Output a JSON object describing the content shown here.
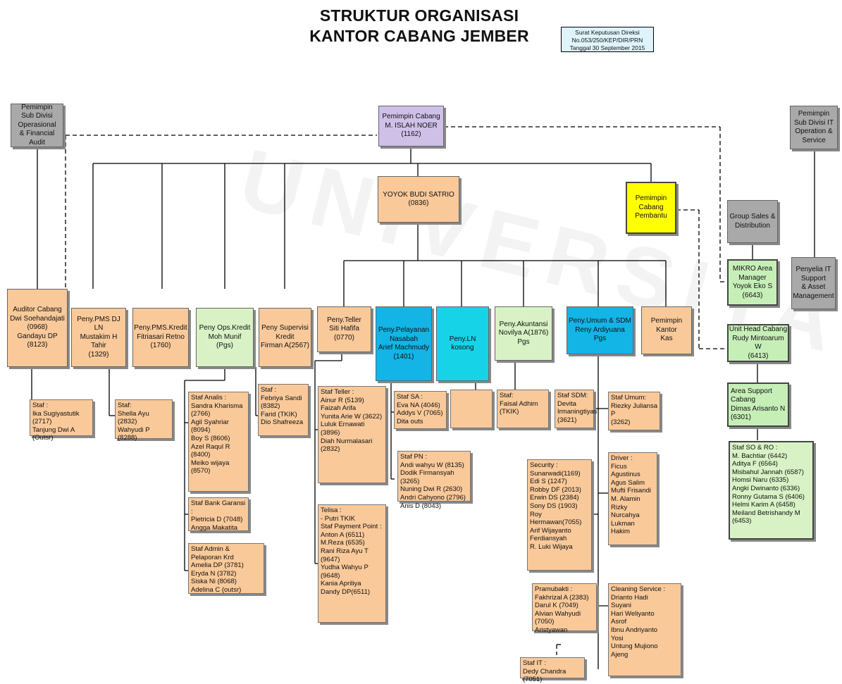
{
  "title": {
    "line1": "STRUKTUR ORGANISASI",
    "line2": "KANTOR CABANG JEMBER"
  },
  "decree": "Surat Keputusan Direksi\nNo.053/250/KEP/DIR/PRN\nTanggal 30 September 2015",
  "watermark": "UNIVERSITAS",
  "boxes": {
    "sub_div_ops": "Pemimpin\nSub Divisi\nOperasional\n& Financial Audit",
    "pemimpin_cabang": "Pemimpin Cabang\nM. ISLAH NOER\n(1162)",
    "sub_div_it": "Pemimpin\nSub Divisi IT\nOperation &\nService",
    "yoyok": "YOYOK BUDI SATRIO\n(0836)",
    "cabang_pembantu": "Pemimpin\nCabang\nPembantu",
    "group_sales": "Group Sales &\nDistribution",
    "mikro": "MIKRO Area\nManager\nYoyok Eko S\n(6643)",
    "penyelia_it": "Penyelia IT\nSupport\n& Asset\nManagement",
    "auditor": "Auditor Cabang\nDwi Soehandajati\n(0968)\nGandayu DP (8123)",
    "pms_djln": "Peny.PMS DJ LN\nMustakim H Tahir\n(1329)",
    "pms_kredit": "Peny.PMS.Kredit\nFitriasari Retno\n(1760)",
    "ops_kredit": "Peny Ops.Kredit\nMoh Munif\n(Pgs)",
    "supervisi": "Peny Supervisi\nKredit\nFirman A(2567)",
    "teller": "Peny.Teller\nSiti Hafifa\n(0770)",
    "pelayanan": "Peny.Pelayanan\nNasabah\nArief Machmudy\n(1401)",
    "ln": "Peny.LN\nkosong",
    "akuntansi": "Peny.Akuntansi\nNovilya A(1876)\nPgs",
    "umum_sdm": "Peny.Umum & SDM\nReny Ardiyuana\nPgs",
    "kantor_kas": "Pemimpin Kantor\nKas",
    "unit_head": "Unit Head Cabang\nRudy Mintoarum W\n(6413)",
    "area_support": "Area Support Cabang\nDimas Arisanto N\n(6301)"
  },
  "staff": {
    "auditor": "Staf :\nIka Sugiyastutik\n(2717)\nTanjung Dwi A (Outsr)",
    "pms_kredit": "Staf:\nShella Ayu (2832)\nWahyudi P (8288)",
    "analis": "Staf Analis :\nSandra Kharisma\n(2766)\nAgil Syahriar (8094)\nBoy S (8606)\nAzel Raqul R (8400)\nMeiko wijaya (8570)",
    "bank_garansi": "Staf Bank Garansi :\nPietricia D (7048)\nAngga Makatita",
    "admin": "Staf Admin & Pelaporan Krd\nAmelia DP (3781)\nEryda N (3782)\nSiska Ni (8068)\nAdelina C (outsr)",
    "supervisi": "Staf :\nFebriya Sandi\n(8382)\nFarid (TKIK)\nDio Shafreeza",
    "teller": "Staf Teller :\nAinur R (5139)\nFaizah Arifa\nYunita Arie W (3622)\nLuluk Ernawati (3896)\nDiah Nurmalasari (2832)",
    "telisa": "Telisa :\n- Putri TKIK\nStaf Payment Point :\nAnton A (6511)\nM.Reza (6535)\nRani Riza Ayu T (9647)\nYudha Wahyu P (9648)\nKania Apriliya\nDandy DP(6511)",
    "sa": "Staf SA :\nEva NA (4046)\nAddys V (7065)\nDita outs",
    "pn": "Staf PN :\nAndi wahyu W (8135)\nDodik Firmansyah (3265)\nNuning Dwi R (2630)\nAndri Cahyono (2796)\nAnis D (8043)",
    "ln": "",
    "akuntansi": "Staf:\nFaisal Adhim\n(TKIK)",
    "sdm": "Staf SDM:\nDevita\nIrmaningtiyas\n(3621)",
    "umum": "Staf Umum:\nRiezky Juliansa P\n(3262)",
    "security": "Security :\nSunarwadi(1169)\nEdi S (1247)\nRobby DF (2013)\nErwin DS (2384)\nSony DS (1903)\nRoy Hermawan(7055)\nArif Wijayanto\nFerdiansyah\nR. Luki Wijaya",
    "driver": "Driver :\nFicus Agustinus\nAgus Salim\nMufti Frisandi\nM. Alamin\nRizky Nurcahya\nLukman Hakim",
    "pramubakti": "Pramubakti :\nFakhrizal A (2383)\nDarul K (7049)\nAlvian Wahyudi (7050)\nAristyawan",
    "cleaning": "Cleaning Service :\nDrianto Hadi\nSuyani\nHari Weliyanto\nAsrof\nIbnu Andriyanto\nYosi\nUntung Mujiono\nAjeng",
    "it": "Staf IT :\nDedy Chandra (7051)",
    "so_ro": "Staf SO & RO :\nM. Bachtiar (6442)\nAditya F (6564)\nMisbahul Jannah (6587)\nHomsi Naru (6335)\nAngki Dwinanto (6336)\nRonny Gutama S (6406)\nHelmi Karim A (6458)\nMeiland Betrishandy M (6453)"
  },
  "colors": {
    "gray": "#a9a9a9",
    "orange": "#f9c99a",
    "purple": "#cfc0e8",
    "yellow": "#ffff00",
    "blue": "#13b4e6",
    "cyan": "#17d3e8",
    "green": "#d8f2c5"
  }
}
